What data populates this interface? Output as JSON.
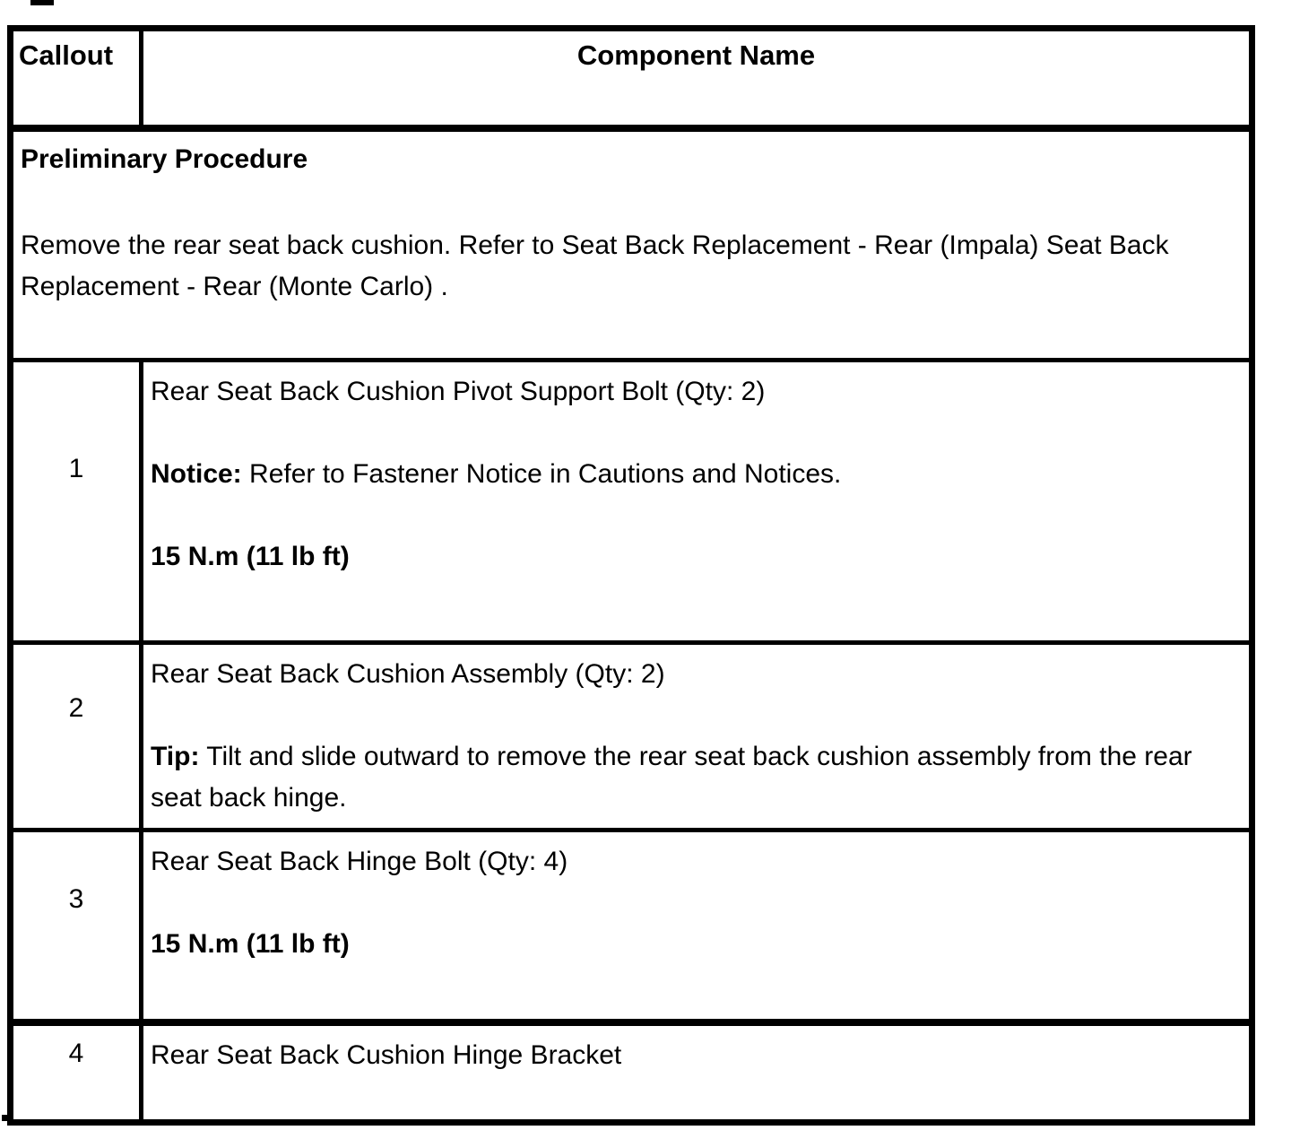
{
  "page": {
    "background_color": "#ffffff",
    "text_color": "#000000",
    "border_color": "#000000"
  },
  "table": {
    "header": {
      "callout_label": "Callout",
      "component_label": "Component Name"
    },
    "preliminary": {
      "title": "Preliminary Procedure",
      "body": "Remove the rear seat back cushion. Refer to Seat Back Replacement - Rear (Impala) Seat Back Replacement - Rear (Monte Carlo) ."
    },
    "rows": [
      {
        "callout": "1",
        "name": "Rear Seat Back Cushion Pivot Support Bolt (Qty: 2)",
        "note_label": "Notice:",
        "note_text": "Refer to Fastener Notice in Cautions and Notices.",
        "torque": "15 N.m (11 lb ft)"
      },
      {
        "callout": "2",
        "name": "Rear Seat Back Cushion Assembly (Qty: 2)",
        "note_label": "Tip:",
        "note_text": "Tilt and slide outward to remove the rear seat back cushion assembly from the rear seat back hinge."
      },
      {
        "callout": "3",
        "name": "Rear Seat Back Hinge Bolt (Qty: 4)",
        "torque": "15 N.m (11 lb ft)"
      },
      {
        "callout": "4",
        "name": "Rear Seat Back Cushion Hinge Bracket"
      }
    ]
  }
}
